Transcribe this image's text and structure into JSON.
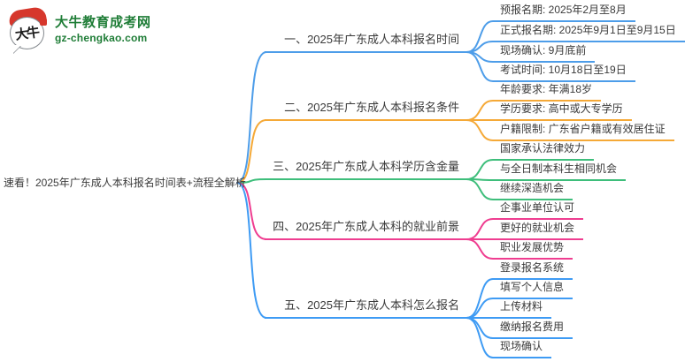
{
  "logo": {
    "site_name": "大牛教育成考网",
    "site_url": "gz-chengkao.com",
    "mark_text": "大牛",
    "brand_green": "#1f7d37",
    "brand_red": "#d6372c"
  },
  "mindmap": {
    "root": "速看！2025年广东成人本科报名时间表+流程全解析",
    "branches": [
      {
        "label": "一、2025年广东成人本科报名时间",
        "color": "#4d9de9",
        "leaves": [
          "预报名期: 2025年2月至8月",
          "正式报名期: 2025年9月1日至9月15日",
          "现场确认: 9月底前",
          "考试时间: 10月18日至19日"
        ]
      },
      {
        "label": "二、2025年广东成人本科报名条件",
        "color": "#f5a937",
        "leaves": [
          "年龄要求: 年满18岁",
          "学历要求: 高中或大专学历",
          "户籍限制: 广东省户籍或有效居住证"
        ]
      },
      {
        "label": "三、2025年广东成人本科学历含金量",
        "color": "#3ebe7b",
        "leaves": [
          "国家承认法律效力",
          "与全日制本科生相同机会",
          "继续深造机会"
        ]
      },
      {
        "label": "四、2025年广东成人本科的就业前景",
        "color": "#ef3d90",
        "leaves": [
          "企事业单位认可",
          "更好的就业机会",
          "职业发展优势"
        ]
      },
      {
        "label": "五、2025年广东成人本科怎么报名",
        "color": "#3e9bf4",
        "leaves": [
          "登录报名系统",
          "填写个人信息",
          "上传材料",
          "缴纳报名费用",
          "现场确认"
        ]
      }
    ]
  }
}
